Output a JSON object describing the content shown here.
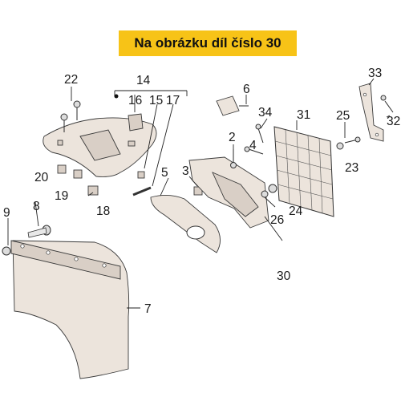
{
  "banner": {
    "text": "Na obrázku díl číslo 30"
  },
  "callouts": {
    "c2": "2",
    "c3": "3",
    "c4": "4",
    "c5": "5",
    "c6": "6",
    "c7": "7",
    "c8": "8",
    "c9": "9",
    "c14": "14",
    "c15": "15",
    "c16": "16",
    "c17": "17",
    "c18": "18",
    "c19": "19",
    "c20": "20",
    "c22": "22",
    "c23": "23",
    "c24": "24",
    "c25": "25",
    "c26": "26",
    "c30": "30",
    "c31": "31",
    "c32": "32",
    "c33": "33",
    "c34": "34"
  }
}
